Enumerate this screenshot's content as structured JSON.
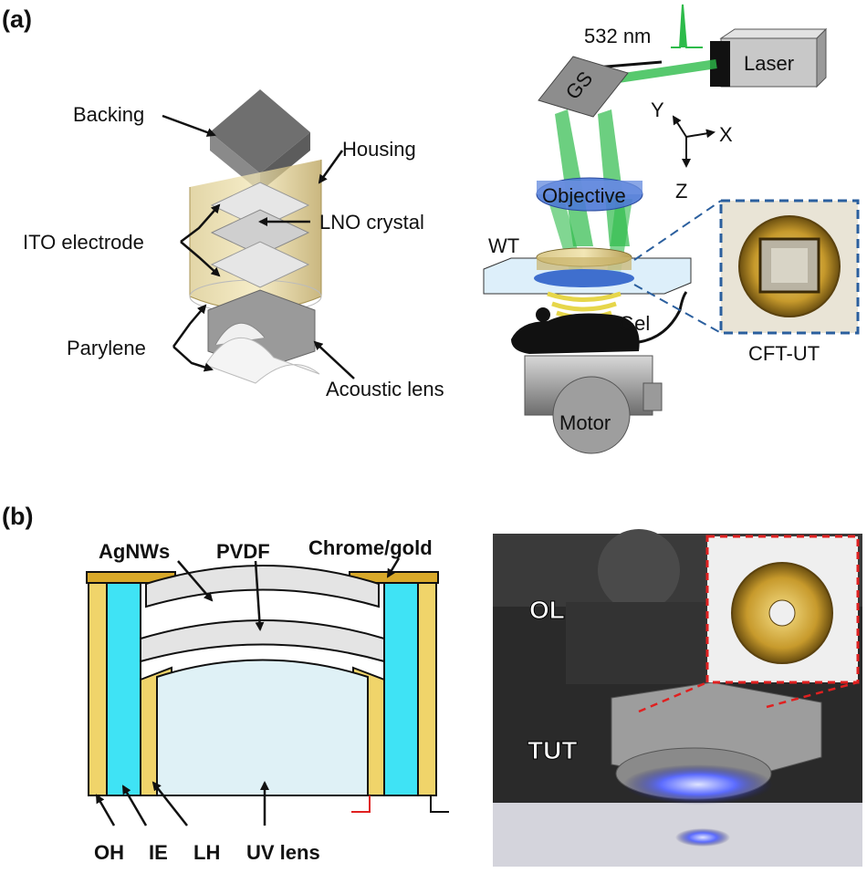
{
  "panel_a": {
    "label": "(a)",
    "exploded": {
      "backing": "Backing",
      "housing": "Housing",
      "ito": "ITO electrode",
      "lno": "LNO crystal",
      "parylene": "Parylene",
      "lens": "Acoustic lens"
    },
    "system": {
      "wavelength": "532 nm",
      "laser": "Laser",
      "gs": "GS",
      "axis_y": "Y",
      "axis_x": "X",
      "axis_z": "Z",
      "objective": "Objective",
      "wt": "WT",
      "gel": "Gel",
      "motor": "Motor",
      "cft": "CFT-UT"
    },
    "colors": {
      "green": "#2dbb4a",
      "blue": "#3f6fce",
      "gold": "#c9b36b",
      "gray": "#8a8a8a"
    }
  },
  "panel_b": {
    "label": "(b)",
    "schematic": {
      "agnws": "AgNWs",
      "pvdf": "PVDF",
      "chrome": "Chrome/gold",
      "oh": "OH",
      "ie": "IE",
      "lh": "LH",
      "uv": "UV lens"
    },
    "photo": {
      "ol": "OL",
      "tut": "TUT"
    },
    "colors": {
      "yellow": "#f0d46a",
      "cyan": "#3fe3f5",
      "red": "#e02020"
    }
  }
}
